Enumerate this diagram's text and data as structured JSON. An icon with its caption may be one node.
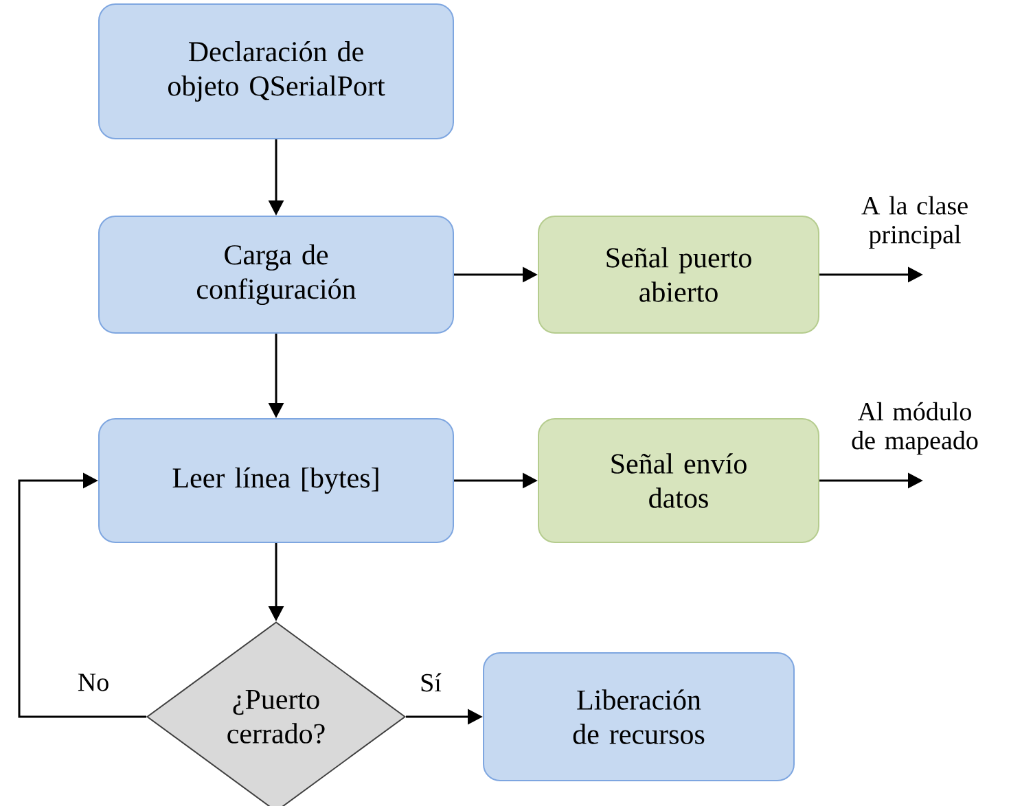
{
  "diagram": {
    "nodes": [
      {
        "text": [
          "Declaración de objeto QSerialPort"
        ]
      },
      {
        "text": [
          "Carga de configuración"
        ]
      },
      {
        "text": [
          "Señal puerto abierto"
        ]
      },
      {
        "text": [
          "Leer línea [bytes]"
        ]
      },
      {
        "text": [
          "Señal envío datos"
        ]
      },
      {
        "text": [
          "¿Puerto cerrado?"
        ]
      },
      {
        "text": [
          "Liberación de recursos"
        ]
      }
    ],
    "edges": [
      {
        "from": 0,
        "to": 1,
        "arrow": "to"
      },
      {
        "from": 1,
        "to": 2,
        "arrow": "to"
      },
      {
        "from": 1,
        "to": 3,
        "arrow": "to"
      },
      {
        "from": 3,
        "to": 4,
        "arrow": "to"
      },
      {
        "from": 3,
        "to": 5,
        "arrow": "to"
      },
      {
        "from": 5,
        "to": 6,
        "arrow": "to",
        "label": "Sí"
      },
      {
        "from": 5,
        "to": 3,
        "arrow": "to",
        "label": "No"
      },
      {
        "from": 2,
        "to": null,
        "arrow": "to",
        "label": "A la clase principal"
      },
      {
        "from": 4,
        "to": null,
        "arrow": "to",
        "label": "Al módulo de mapeado"
      }
    ]
  }
}
